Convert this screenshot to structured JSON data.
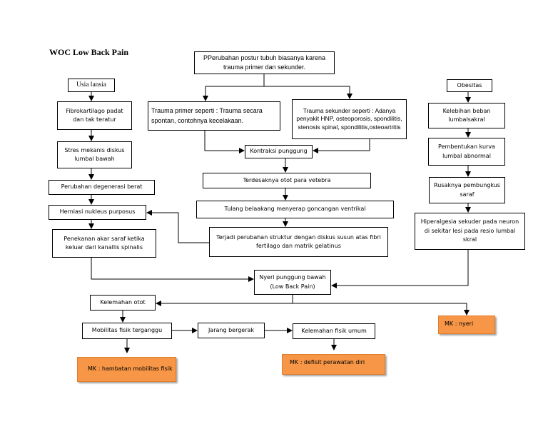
{
  "title": "WOC Low Back Pain",
  "nodes": {
    "perubahan_postur": "PPerubahan postur tubuh biasanya karena trauma primer dan sekunder.",
    "trauma_primer": "Trauma primer seperti : Trauma secara spontan, contohnya kecelakaan.",
    "trauma_sekunder": "Trauma sekunder seperti : Adanya penyakit HNP, osteoporosis, spondilitis, stenosis spinal, spondilitis,osteoartritis",
    "kontraksi": "Kontraksi punggung",
    "terdesak": "Terdesaknya otot para vetebra",
    "tulang": "Tulang belaakang menyerap goncangan ventrikal",
    "terjadi": "Terjadi perubahan struktur dengan diskus susun atas fibri fertilago dan matrik gelatinus",
    "usia": "Usia lansia",
    "fibro": "Fibrokartilago padat dan tak teratur",
    "stres": "Stres mekanis diskus lumbal bawah",
    "degenerasi": "Perubahan degenerasi berat",
    "herniasi": "Herniasi nukleus purposus",
    "penekanan": "Penekanan akar saraf ketika keluar dari kanallis spinalis",
    "obesitas": "Obesitas",
    "kelebihan": "Kelebihan beban lumbalsakral",
    "pembentukan": "Pembentukan kurva lumbal abnormal",
    "rusak": "Rusaknya pembungkus saraf",
    "hiperalgesia": "Hiperalgesia sekuder pada neuron di sekitar lesi pada resio lumbal skral",
    "nyeri": "Nyeri punggung bawah (Low Back Pain)",
    "kelemahan_otot": "Kelemahan otot",
    "mobilitas": "Mobilitas fisik terganggu",
    "jarang": "Jarang bergerak",
    "kelemahan_fisik": "Kelemahan fisik umum",
    "mk_mobilitas": "MK : hambatan mobilitas fisik",
    "mk_defisit": "MK : defisit perawatan diri",
    "mk_nyeri": "MK : nyeri"
  },
  "colors": {
    "diagnosis_fill": "#f79646",
    "stroke": "#000000"
  }
}
